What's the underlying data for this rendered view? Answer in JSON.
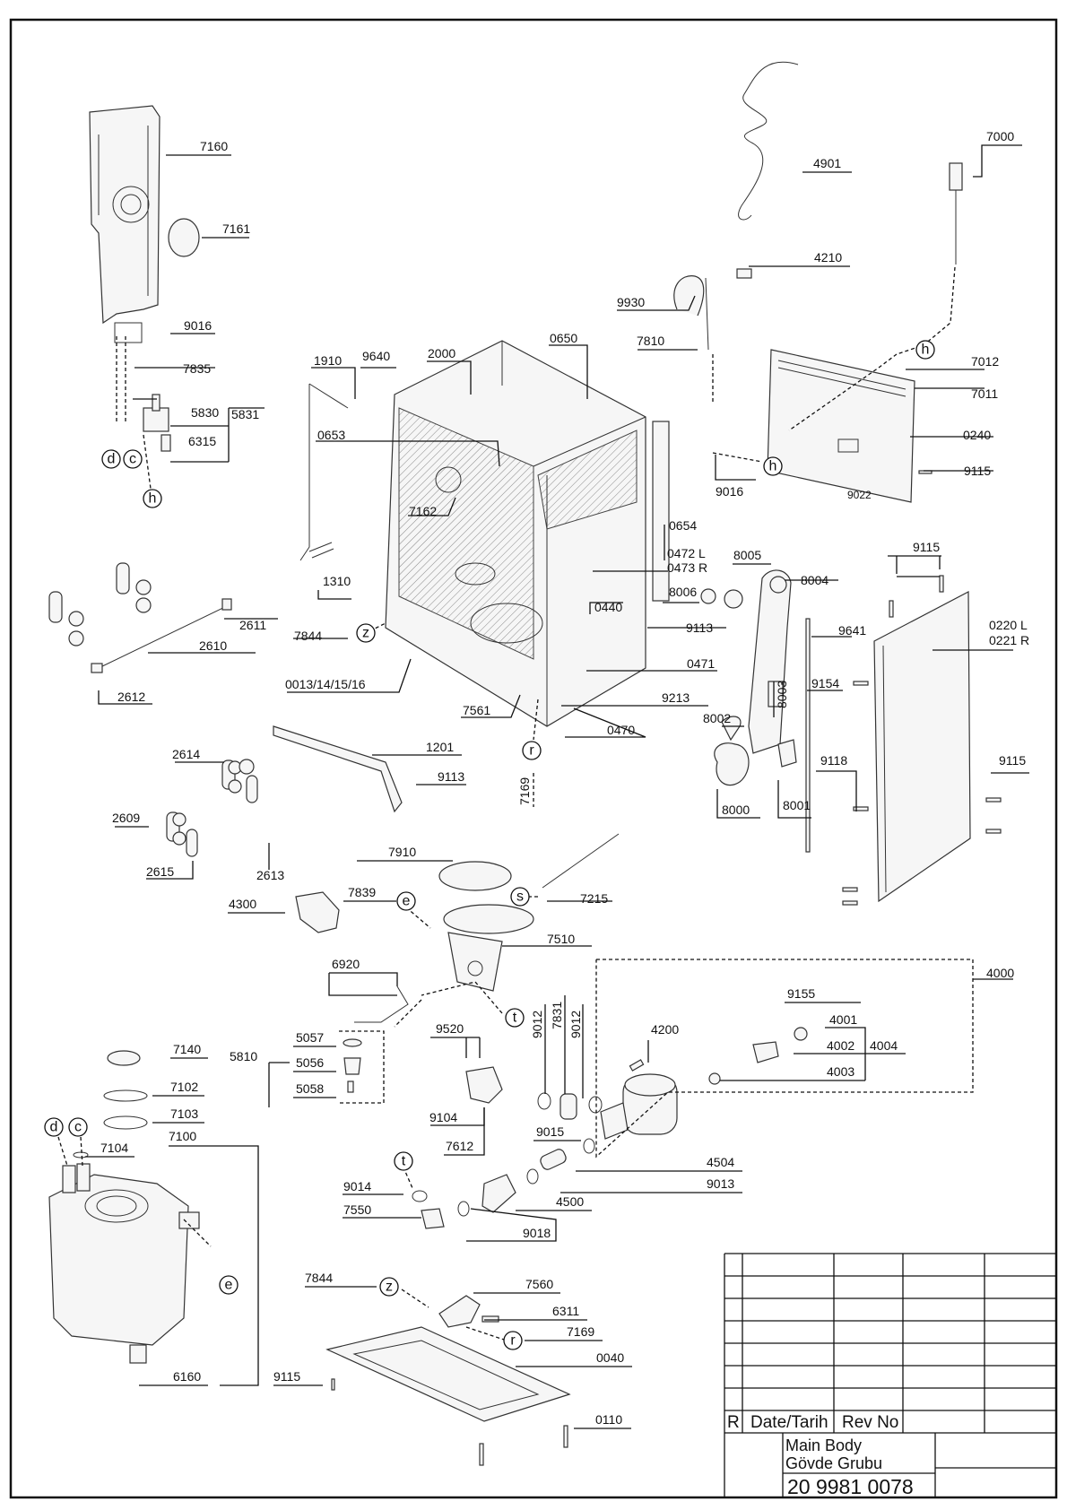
{
  "labels": {
    "l7160": "7160",
    "l7161": "7161",
    "l9016a": "9016",
    "l7835": "7835",
    "l5830": "5830",
    "l5831": "5831",
    "l6315": "6315",
    "l4901": "4901",
    "l7000": "7000",
    "l4210": "4210",
    "l9930": "9930",
    "l7810": "7810",
    "l7012": "7012",
    "l7011": "7011",
    "l0240": "0240",
    "l9016b": "9016",
    "l9115a": "9115",
    "l9022": "9022",
    "l1910": "1910",
    "l9640": "9640",
    "l2000": "2000",
    "l0650": "0650",
    "l0653": "0653",
    "l7162": "7162",
    "l0654": "0654",
    "l0472": "0472 L",
    "l0473": "0473 R",
    "l8005": "8005",
    "l8006": "8006",
    "l0440": "0440",
    "l8004": "8004",
    "l9115b": "9115",
    "l1310": "1310",
    "l2611": "2611",
    "l7844a": "7844",
    "l2610": "2610",
    "l9113a": "9113",
    "l0471": "0471",
    "l9641": "9641",
    "l0220": "0220 L",
    "l0221": "0221 R",
    "l0013": "0013/14/15/16",
    "l2612": "2612",
    "l7561": "7561",
    "l9213": "9213",
    "l0470": "0470",
    "l8002": "8002",
    "l8003": "8003",
    "l9154": "9154",
    "l7169a": "7169",
    "l1201": "1201",
    "l9113b": "9113",
    "l2614": "2614",
    "l9118": "9118",
    "l9115c": "9115",
    "l8000": "8000",
    "l8001": "8001",
    "l2609": "2609",
    "l2615": "2615",
    "l2613": "2613",
    "l7910": "7910",
    "l7839": "7839",
    "l7215": "7215",
    "l4300": "4300",
    "l7510": "7510",
    "l6920": "6920",
    "l4000": "4000",
    "l9155": "9155",
    "l9520": "9520",
    "l9012a": "9012",
    "l7831": "7831",
    "l9012b": "9012",
    "l4001": "4001",
    "l4200": "4200",
    "l4002": "4002",
    "l4004": "4004",
    "l4003": "4003",
    "l5057": "5057",
    "l7140": "7140",
    "l5810": "5810",
    "l5056": "5056",
    "l5058": "5058",
    "l7102": "7102",
    "l7103": "7103",
    "l7100": "7100",
    "l9104": "9104",
    "l7612": "7612",
    "l9015": "9015",
    "l7104": "7104",
    "l4504": "4504",
    "l9013": "9013",
    "l9014": "9014",
    "l4500": "4500",
    "l7550": "7550",
    "l9018": "9018",
    "l7844b": "7844",
    "l7560": "7560",
    "l6311": "6311",
    "l7169b": "7169",
    "l0040": "0040",
    "l9115d": "9115",
    "l6160": "6160",
    "l0110": "0110"
  },
  "callouts": {
    "d1": "d",
    "c1": "c",
    "h1": "h",
    "h2": "h",
    "h3": "h",
    "z1": "z",
    "r1": "r",
    "e1": "e",
    "s1": "s",
    "t1": "t",
    "d2": "d",
    "c2": "c",
    "t2": "t",
    "e2": "e",
    "z2": "z",
    "r2": "r"
  },
  "title_block": {
    "rev_marker": "R",
    "date_header": "Date/Tarih",
    "rev_header": "Rev No",
    "title_en": "Main Body",
    "title_tr": "Gövde Grubu",
    "drawing_number": "20 9981 0078"
  }
}
